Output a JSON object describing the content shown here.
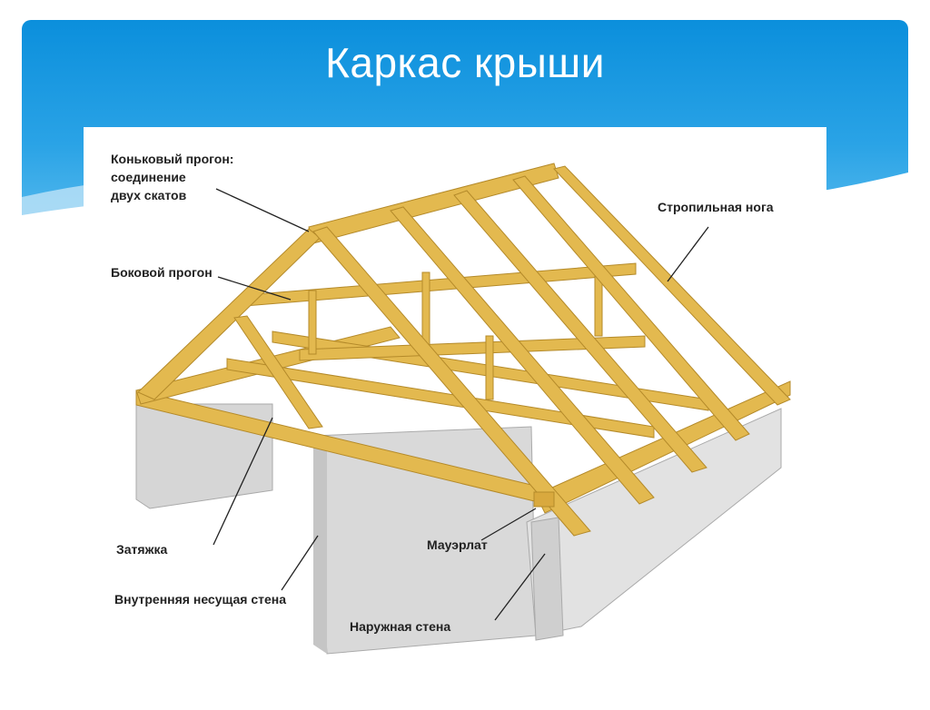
{
  "slide": {
    "title": "Каркас крыши"
  },
  "diagram": {
    "labels": {
      "ridge_line1": "Коньковый прогон:",
      "ridge_line2": "соединение",
      "ridge_line3": "двух скатов",
      "rafter": "Стропильная нога",
      "side_purlin": "Боковой прогон",
      "tie_beam": "Затяжка",
      "wall_plate": "Мауэрлат",
      "inner_wall": "Внутренняя несущая стена",
      "outer_wall": "Наружная стена"
    }
  },
  "colors": {
    "header_blue": "#0b8fdc",
    "wood": "#e8c25a",
    "wall": "#d8d8d8"
  }
}
